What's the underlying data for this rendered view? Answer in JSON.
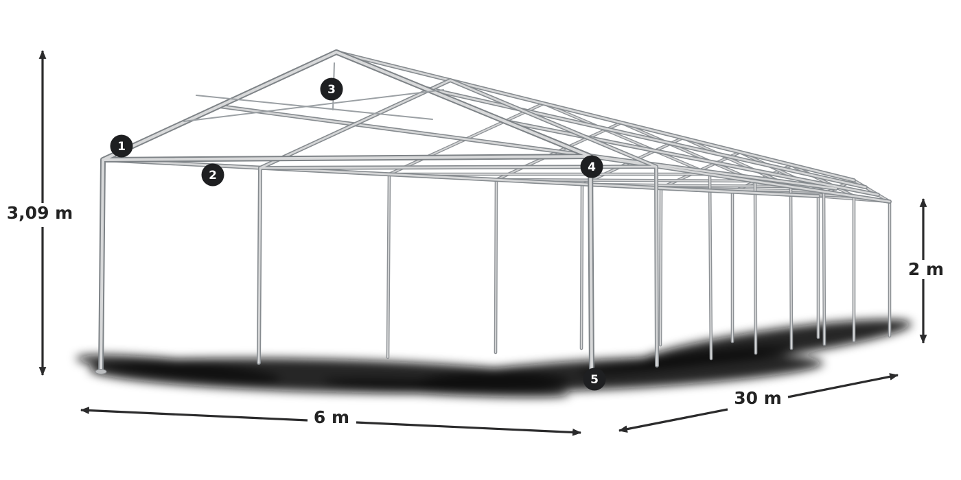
{
  "diagram": {
    "type": "tent-frame-wireframe",
    "dimensions": {
      "height_total": "3,09 m",
      "side_height": "2 m",
      "width": "6 m",
      "length": "30 m"
    },
    "markers": [
      {
        "label": "1"
      },
      {
        "label": "2"
      },
      {
        "label": "3"
      },
      {
        "label": "4"
      },
      {
        "label": "5"
      }
    ],
    "colors": {
      "background": "#ffffff",
      "frame_outline": "#7e8387",
      "frame_fill": "#d8d9da",
      "dimension_line": "#2b2b2c",
      "dimension_text": "#232323",
      "marker_background": "#1e1f21",
      "marker_text": "#ffffff",
      "shadow": "#111111"
    }
  }
}
